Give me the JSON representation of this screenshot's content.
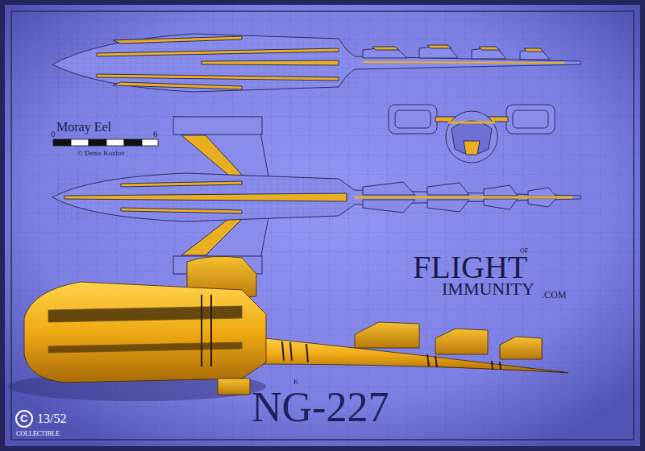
{
  "diagram": {
    "title": "NG-227",
    "labels": [
      "K",
      "Moray Eel",
      "0",
      "6",
      "© Denis Kozlov",
      "FLIGHT",
      "OF",
      "IMMUNITY",
      ".COM",
      "C",
      "13/52",
      "COLLECTIBLE"
    ]
  }
}
